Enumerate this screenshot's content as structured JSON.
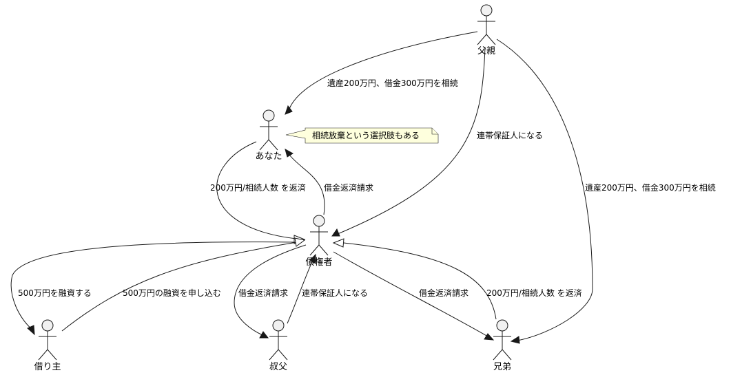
{
  "actors": {
    "father": "父親",
    "you": "あなた",
    "creditor": "債権者",
    "borrower": "借り主",
    "uncle": "叔父",
    "sibling": "兄弟"
  },
  "note": {
    "text": "相続放棄という選択肢もある",
    "fill": "#FEFFDD"
  },
  "edges": {
    "father_you": "遺産200万円、借金300万円を相続",
    "father_creditor": "連帯保証人になる",
    "father_sibling": "遺産200万円、借金300万円を相続",
    "you_creditor": "200万円/相続人数 を返済",
    "creditor_you": "借金返済請求",
    "creditor_borrower": "500万円を融資する",
    "borrower_creditor": "500万円の融資を申し込む",
    "creditor_uncle": "借金返済請求",
    "uncle_creditor": "連帯保証人になる",
    "creditor_sibling": "借金返済請求",
    "sibling_creditor": "200万円/相続人数 を返済"
  },
  "colors": {
    "line": "#181818",
    "actor_fill": "#f1f1f1"
  }
}
